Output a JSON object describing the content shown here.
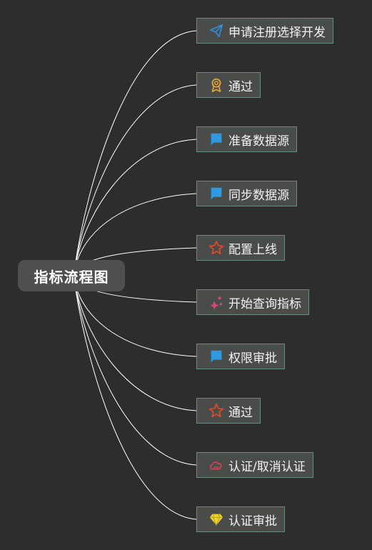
{
  "root": {
    "label": "指标流程图"
  },
  "nodes": [
    {
      "label": "申请注册选择开发",
      "icon": "paper-plane-icon",
      "color": "#2f8fd8"
    },
    {
      "label": "通过",
      "icon": "award-medal-icon",
      "color": "#e1a436"
    },
    {
      "label": "准备数据源",
      "icon": "flag-icon",
      "color": "#2d9ae3"
    },
    {
      "label": "同步数据源",
      "icon": "flag-icon",
      "color": "#2d9ae3"
    },
    {
      "label": "配置上线",
      "icon": "star-outline-icon",
      "color": "#d94a2e"
    },
    {
      "label": "开始查询指标",
      "icon": "sparkle-icon",
      "color": "#d9487b"
    },
    {
      "label": "权限审批",
      "icon": "flag-icon",
      "color": "#2d9ae3"
    },
    {
      "label": "通过",
      "icon": "star-outline-icon",
      "color": "#d94a2e"
    },
    {
      "label": "认证/取消认证",
      "icon": "cloud-icon",
      "color": "#d9405a"
    },
    {
      "label": "认证审批",
      "icon": "diamond-icon",
      "color": "#f0d22b"
    }
  ],
  "colors": {
    "background": "#2d2d2d",
    "edge": "#ffffff",
    "node_border": "#6a8d7e",
    "node_fill": "#4a4c4a",
    "root_fill": "#4f4f4f"
  }
}
